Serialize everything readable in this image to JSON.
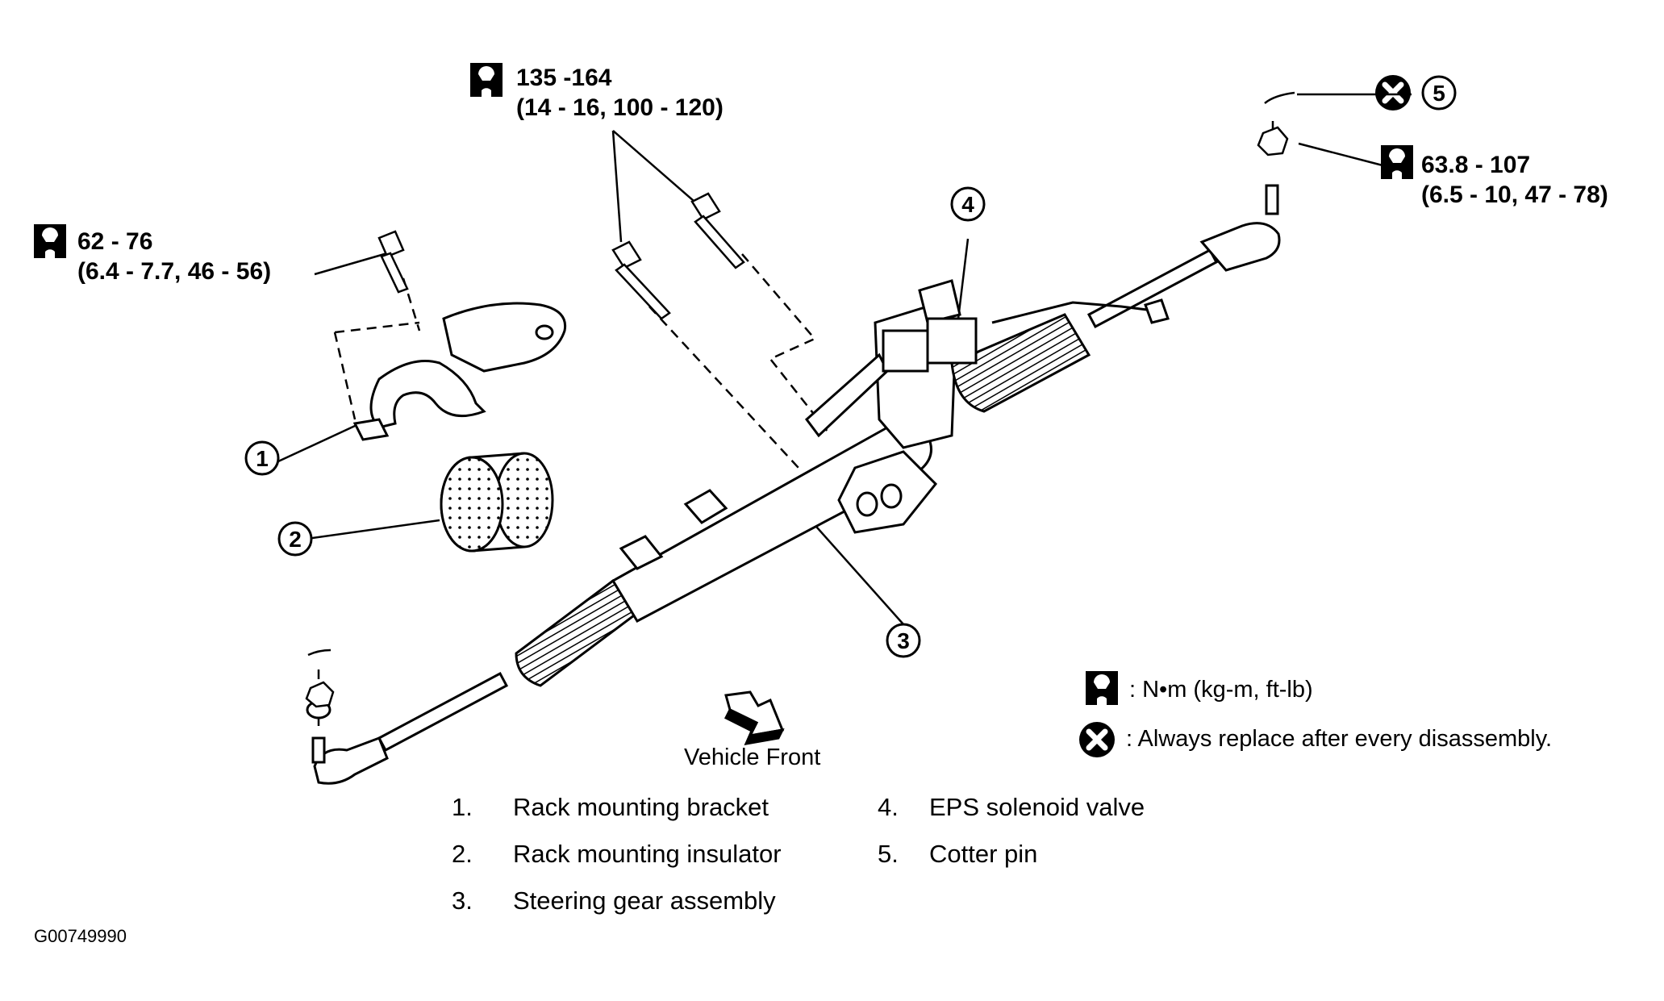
{
  "torque_specs": [
    {
      "nm": "135 -164",
      "alt": "(14 - 16, 100 - 120)"
    },
    {
      "nm": "62 - 76",
      "alt": "(6.4 - 7.7, 46 - 56)"
    },
    {
      "nm": "63.8 - 107",
      "alt": "(6.5 - 10, 47 - 78)"
    }
  ],
  "callouts": [
    "1",
    "2",
    "3",
    "4",
    "5"
  ],
  "legend": {
    "torque_units": ": N•m (kg-m, ft-lb)",
    "replace_note": ": Always replace after every disassembly."
  },
  "direction_label": "Vehicle Front",
  "parts": [
    {
      "num": "1.",
      "name": "Rack mounting bracket"
    },
    {
      "num": "2.",
      "name": "Rack mounting insulator"
    },
    {
      "num": "3.",
      "name": "Steering gear assembly"
    },
    {
      "num": "4.",
      "name": "EPS solenoid valve"
    },
    {
      "num": "5.",
      "name": "Cotter pin"
    }
  ],
  "figure_id": "G00749990",
  "icons": {
    "torque": "torque-wrench-icon",
    "replace": "replace-x-icon"
  }
}
